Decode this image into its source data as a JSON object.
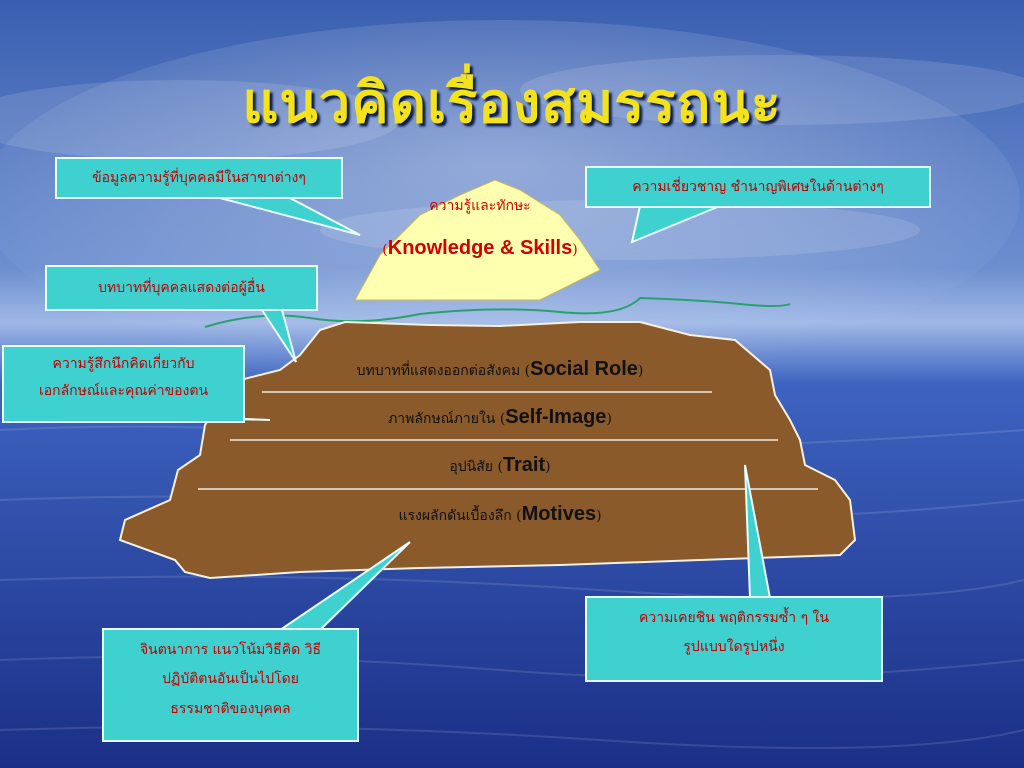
{
  "title": "แนวคิดเรื่องสมรรถนะ",
  "iceberg_tip": {
    "line1": "ความรู้และทักษะ",
    "line2_open": "(",
    "line2_en": "Knowledge & Skills",
    "line2_close": ")"
  },
  "layers": [
    {
      "th": "บทบาทที่แสดงออกต่อสังคม (",
      "en": "Social Role",
      "close": ")"
    },
    {
      "th": "ภาพลักษณ์ภายใน  (",
      "en": "Self-Image",
      "close": ")"
    },
    {
      "th": "อุปนิสัย (",
      "en": "Trait",
      "close": ")"
    },
    {
      "th": "แรงผลักดันเบื้องลึก (",
      "en": "Motives",
      "close": ")"
    }
  ],
  "callouts": {
    "knowledge_left": "ข้อมูลความรู้ที่บุคคลมีในสาขาต่างๆ",
    "skills_right": "ความเชี่ยวชาญ ชำนาญพิเศษในด้านต่างๆ",
    "social_role": "บทบาทที่บุคคลแสดงต่อผู้อื่น",
    "self_image_line1": "ความรู้สึกนึกคิดเกี่ยวกับ",
    "self_image_line2": "เอกลักษณ์และคุณค่าของตน",
    "motives_line1": "จินตนาการ แนวโน้มวิธีคิด วิธี",
    "motives_line2": "ปฏิบัติตนอันเป็นไปโดย",
    "motives_line3": "ธรรมชาติของบุคคล",
    "trait_line1": "ความเคยชิน พฤติกรรมซ้ำ ๆ ใน",
    "trait_line2": "รูปแบบใดรูปหนึ่ง"
  },
  "colors": {
    "title": "#f4e21c",
    "callout_bg": "#3fd1d0",
    "callout_text": "#c00000",
    "iceberg_tip": "#ffffb0",
    "iceberg_body": "#8b5a2b",
    "sea": "#2a4aa0"
  }
}
